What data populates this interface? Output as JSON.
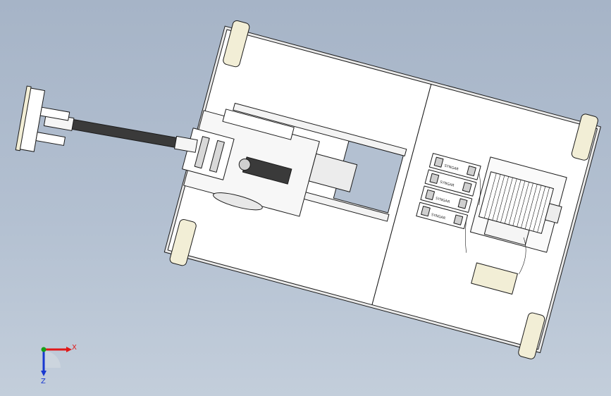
{
  "viewport": {
    "background_top": "#a6b4c7",
    "background_bottom": "#c3cedb"
  },
  "model": {
    "panel_fill": "#ffffff",
    "pad_fill": "#f2eed6",
    "shaft_fill": "#3a3a3a",
    "valve_label": "SYNGAR"
  },
  "triad": {
    "x_label": "X",
    "z_label": "Z",
    "x_color": "#e01818",
    "y_color": "#18a018",
    "z_color": "#1838d0"
  }
}
